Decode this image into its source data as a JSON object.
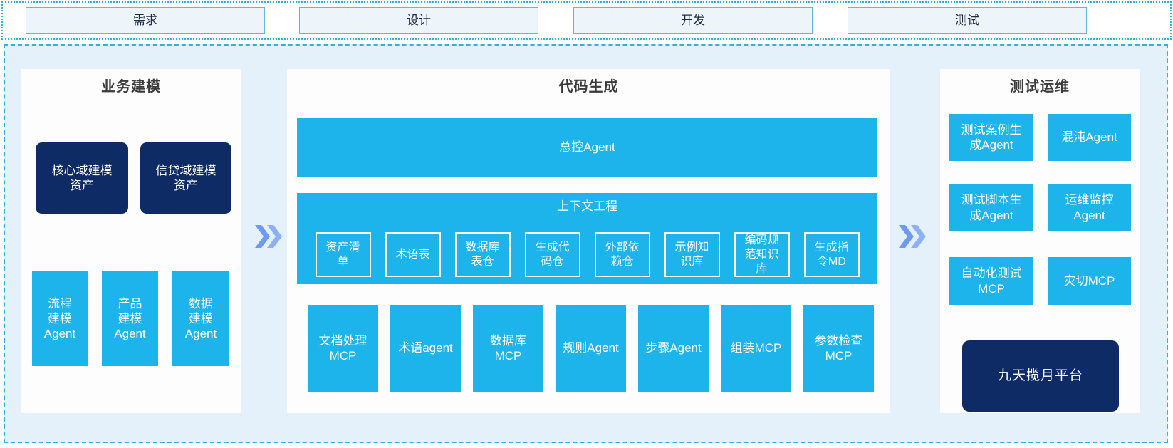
{
  "phases": [
    {
      "label": "需求"
    },
    {
      "label": "设计"
    },
    {
      "label": "开发"
    },
    {
      "label": "测试"
    }
  ],
  "colors": {
    "cyan": "#1cb4ea",
    "navy": "#0e2b66",
    "light_blue_bg": "#e4f1fa",
    "dashed_border": "#2fb2de",
    "chevron_dark": "#6e9bef",
    "chevron_light": "#8db1f4"
  },
  "panels": {
    "business_modeling": {
      "title": "业务建模",
      "asset_boxes": [
        "核心域建模\n资产",
        "信贷域建模\n资产"
      ],
      "agent_boxes": [
        "流程\n建模\nAgent",
        "产品\n建模\nAgent",
        "数据\n建模\nAgent"
      ]
    },
    "code_generation": {
      "title": "代码生成",
      "master_agent": "总控Agent",
      "context_engineering": {
        "title": "上下文工程",
        "items": [
          "资产清\n单",
          "术语表",
          "数据库\n表仓",
          "生成代\n码仓",
          "外部依\n赖仓",
          "示例知\n识库",
          "编码规\n范知识\n库",
          "生成指\n令MD"
        ]
      },
      "tool_boxes": [
        "文档处理\nMCP",
        "术语agent",
        "数据库\nMCP",
        "规则Agent",
        "步骤Agent",
        "组装MCP",
        "参数检查\nMCP"
      ]
    },
    "test_ops": {
      "title": "测试运维",
      "grid_boxes": [
        "测试案例生\n成Agent",
        "混沌Agent",
        "测试脚本生\n成Agent",
        "运维监控\nAgent",
        "自动化测试\nMCP",
        "灾切MCP"
      ],
      "platform_box": "九天揽月平台"
    }
  }
}
